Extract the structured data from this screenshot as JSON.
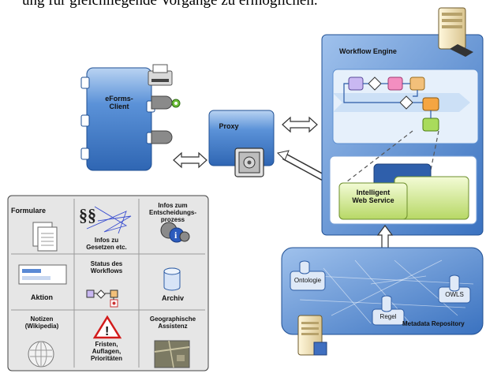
{
  "caption": "ung für gleichliegende Vorgänge zu ermöglichen.",
  "eforms": {
    "label": "eForms-\nClient"
  },
  "proxy": {
    "label": "Proxy"
  },
  "workflow_engine": {
    "label": "Workflow Engine"
  },
  "service": {
    "label": "Intelligent\nWeb Service"
  },
  "repository": {
    "label": "Metadata Repository",
    "nodes": [
      "Ontologie",
      "OWLS",
      "Regel"
    ]
  },
  "grid": {
    "cells": [
      "Formulare",
      "Infos zu\nGesetzen etc.",
      "Infos zum\nEntscheidungs-\nprozess",
      "Aktion",
      "Status des\nWorkflows",
      "Archiv",
      "Notizen\n(Wikipedia)",
      "Fristen,\nAuflagen,\nPrioritäten",
      "Geographische\nAssistenz"
    ]
  },
  "colors": {
    "blue": "#3b78c8",
    "blue_light": "#8fb7e8",
    "green": "#cfe88a",
    "grid_bg": "#ececec"
  }
}
